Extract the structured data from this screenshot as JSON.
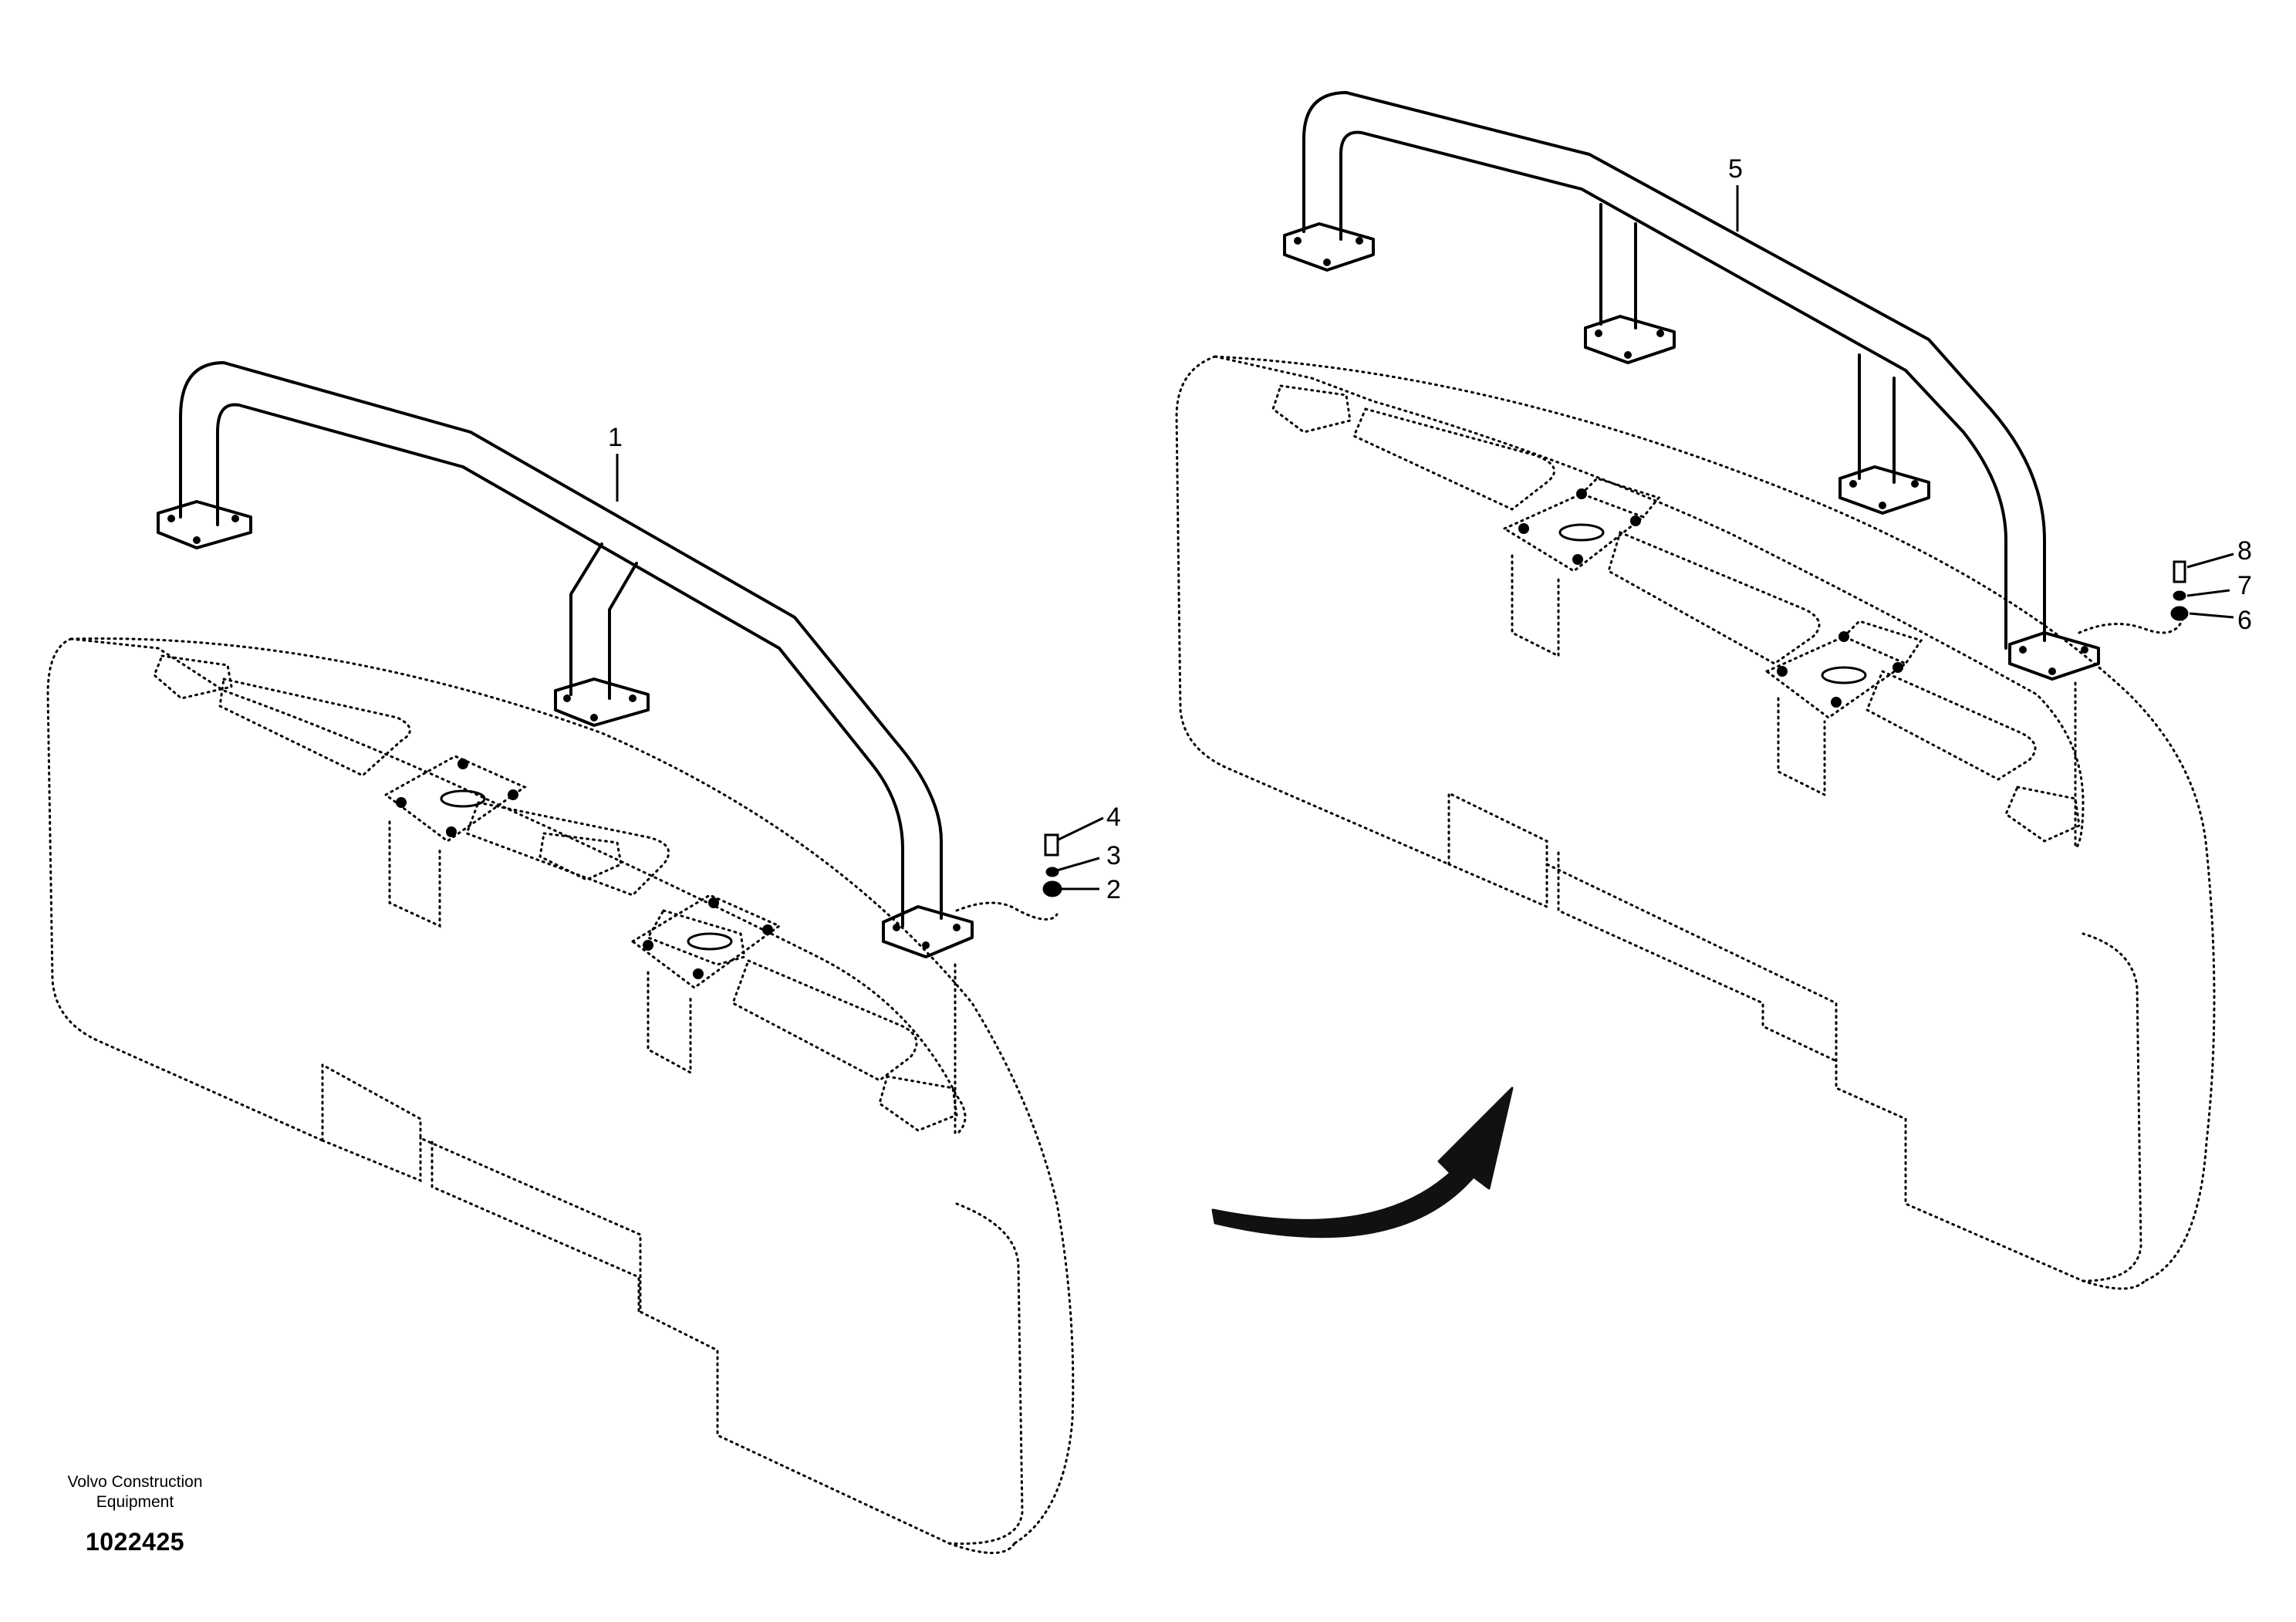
{
  "diagram": {
    "callouts": [
      {
        "id": "1",
        "label": "1"
      },
      {
        "id": "2",
        "label": "2"
      },
      {
        "id": "3",
        "label": "3"
      },
      {
        "id": "4",
        "label": "4"
      },
      {
        "id": "5",
        "label": "5"
      },
      {
        "id": "6",
        "label": "6"
      },
      {
        "id": "7",
        "label": "7"
      },
      {
        "id": "8",
        "label": "8"
      }
    ]
  },
  "footer": {
    "manufacturer_line1": "Volvo Construction",
    "manufacturer_line2": "Equipment",
    "document_number": "1022425"
  },
  "colors": {
    "line": "#000000",
    "background": "#ffffff"
  }
}
